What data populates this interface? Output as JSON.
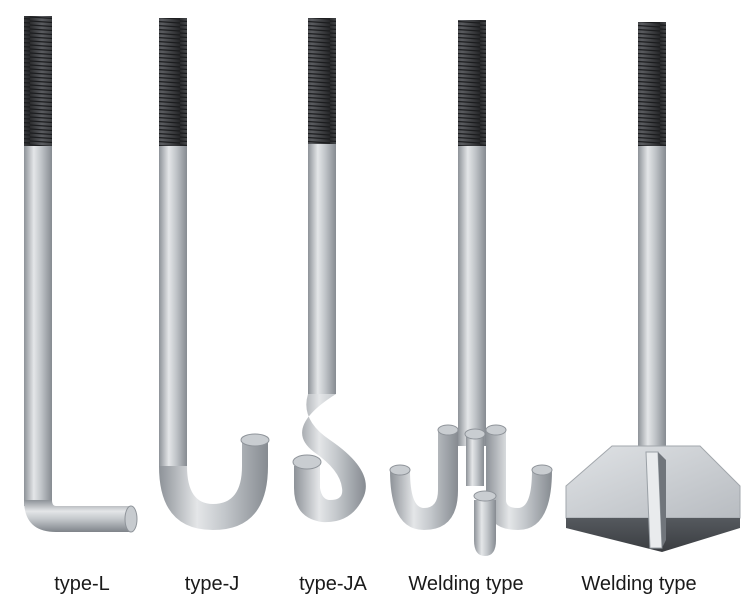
{
  "products": [
    {
      "label": "type-L",
      "icon": "l-type-anchor-bolt-icon"
    },
    {
      "label": "type-J",
      "icon": "j-type-anchor-bolt-icon"
    },
    {
      "label": "type-JA",
      "icon": "ja-type-anchor-bolt-icon"
    },
    {
      "label": "Welding type",
      "icon": "welded-hook-anchor-bolt-icon"
    },
    {
      "label": "Welding type",
      "icon": "welded-plate-anchor-bolt-icon"
    }
  ],
  "colors": {
    "background": "#ffffff",
    "thread": "#3c3d3f",
    "steel_light": "#d6d9dc",
    "steel_mid": "#a9adb2",
    "steel_dark": "#7c8187",
    "caption_text": "#1a1a1a"
  }
}
